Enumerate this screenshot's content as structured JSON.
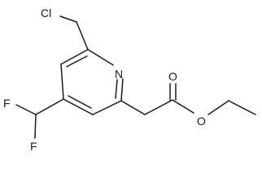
{
  "structure": {
    "atoms": {
      "chlorine": "Cl",
      "ring_nitrogen": "N",
      "carbonyl_oxygen": "O",
      "ester_oxygen": "O",
      "fluorine_top": "F",
      "fluorine_bottom": "F"
    }
  }
}
